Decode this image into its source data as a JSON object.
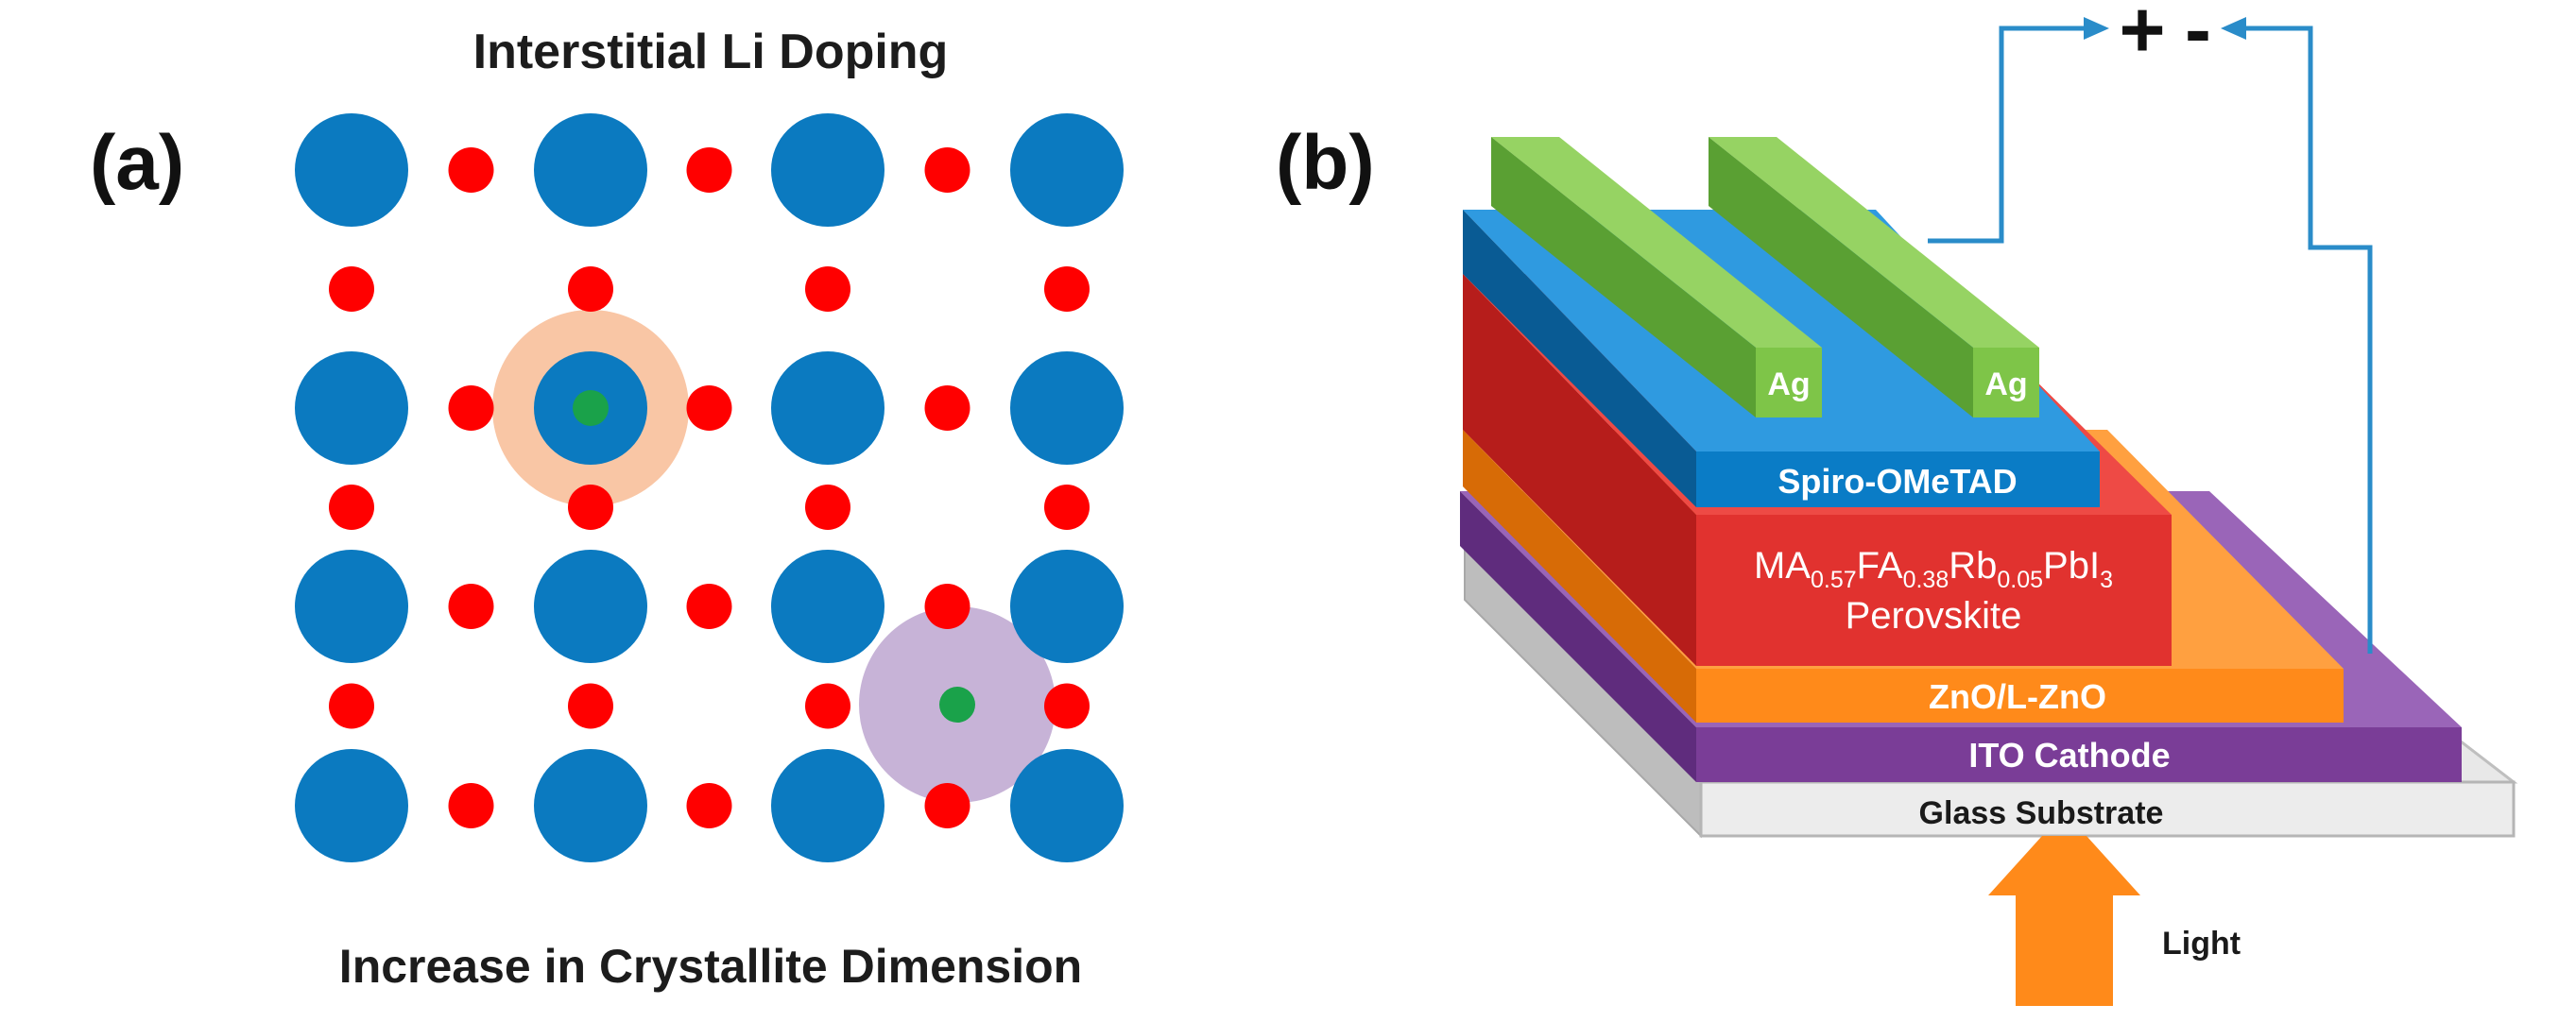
{
  "panel_a": {
    "label": "(a)",
    "title": "Interstitial Li Doping",
    "caption": "Increase in Crystallite Dimension"
  },
  "panel_b": {
    "label": "(b)",
    "polarity_plus": "+",
    "polarity_minus": "-",
    "layers": {
      "electrode_left": "Ag",
      "electrode_right": "Ag",
      "htl": "Spiro-OMeTAD",
      "perovskite_formula": {
        "parts": [
          "MA",
          "0.57",
          "FA",
          "0.38",
          "Rb",
          "0.05",
          "PbI",
          "3"
        ]
      },
      "perovskite_name": "Perovskite",
      "etl": "ZnO/L-ZnO",
      "cathode": "ITO Cathode",
      "substrate": "Glass Substrate"
    },
    "light_label": "Light"
  },
  "colors": {
    "lattice_large": "#0b7ac0",
    "lattice_small": "#ff0000",
    "dopant": "#1aa24a",
    "halo_orange": "#f9c6a5",
    "halo_purple": "#c7b3d7",
    "ag": "#7ec548",
    "spiro": "#0a7cc6",
    "perovskite": "#e1322f",
    "etl": "#ff8a1a",
    "ito": "#7a3d97",
    "glass": "#dcdcdc",
    "wire": "#2a8cc9",
    "light_arrow": "#ff8a1a"
  }
}
